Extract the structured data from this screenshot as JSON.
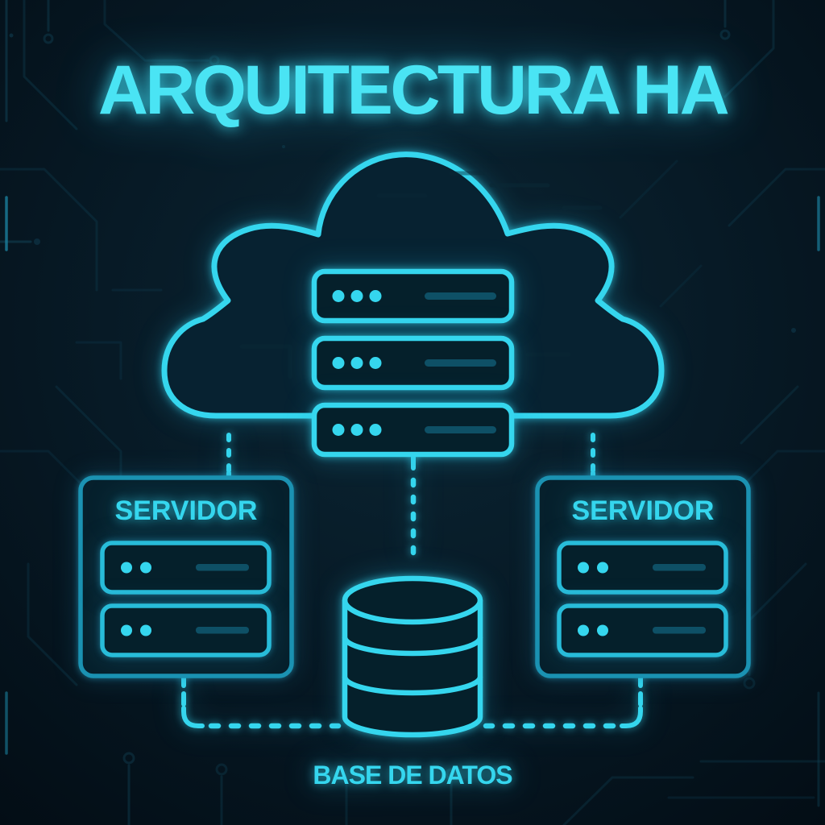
{
  "title": "ARQUITECTURA HA",
  "cloud": {
    "rack_count": 3
  },
  "servers": {
    "left_label": "SERVIDOR",
    "right_label": "SERVIDOR"
  },
  "database_label": "BASE DE DATOS",
  "colors": {
    "background": "#040f18",
    "accent": "#35d6ee",
    "accent_bright": "#4ae4f4",
    "accent_dim": "#1b92b2",
    "detail": "#0e5066",
    "circuit": "#11455a"
  }
}
